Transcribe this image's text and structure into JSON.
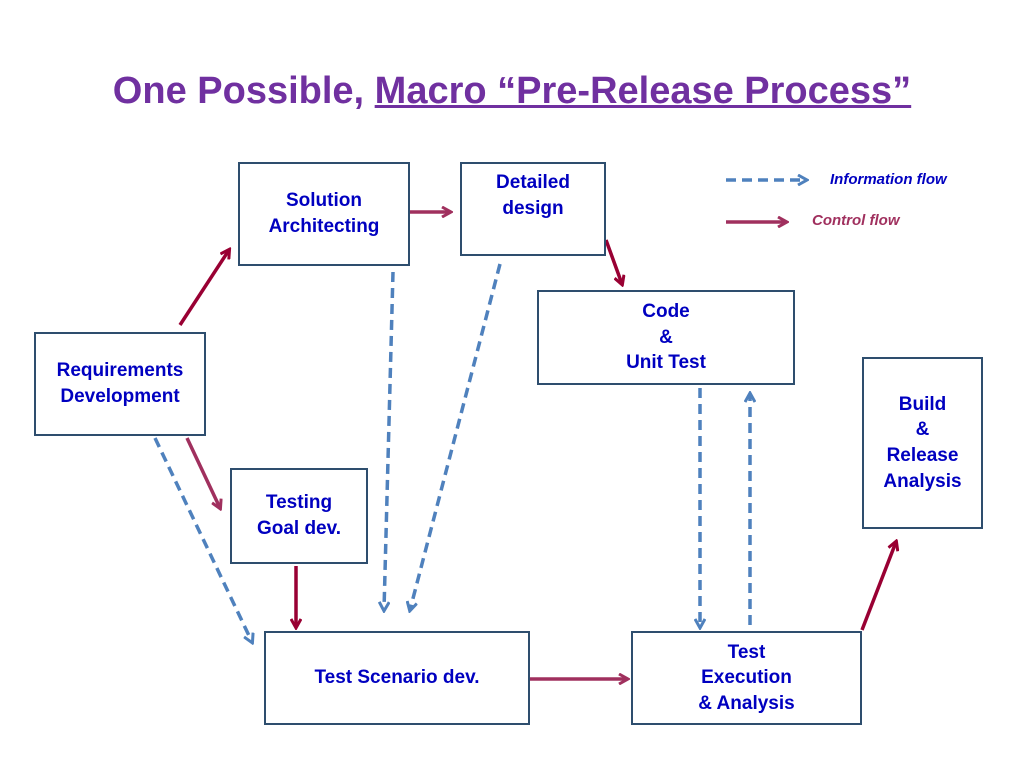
{
  "title": {
    "part1": "One Possible, ",
    "part2": "Macro  “Pre-Release Process”"
  },
  "legend": {
    "info_label": "Information flow",
    "control_label": "Control flow",
    "info_color": "#4f81bd",
    "control_color": "#a0305e"
  },
  "boxes": {
    "requirements": [
      "Requirements",
      "Development"
    ],
    "solution": [
      "Solution",
      "Architecting"
    ],
    "detailed": [
      "Detailed",
      "design"
    ],
    "code": [
      "Code",
      "&",
      "Unit Test"
    ],
    "build": [
      "Build",
      "&",
      "Release",
      "Analysis"
    ],
    "testing_goal": [
      "Testing",
      "Goal dev."
    ],
    "test_scenario": [
      "Test Scenario dev."
    ],
    "test_execution": [
      "Test",
      "Execution",
      "& Analysis"
    ]
  }
}
